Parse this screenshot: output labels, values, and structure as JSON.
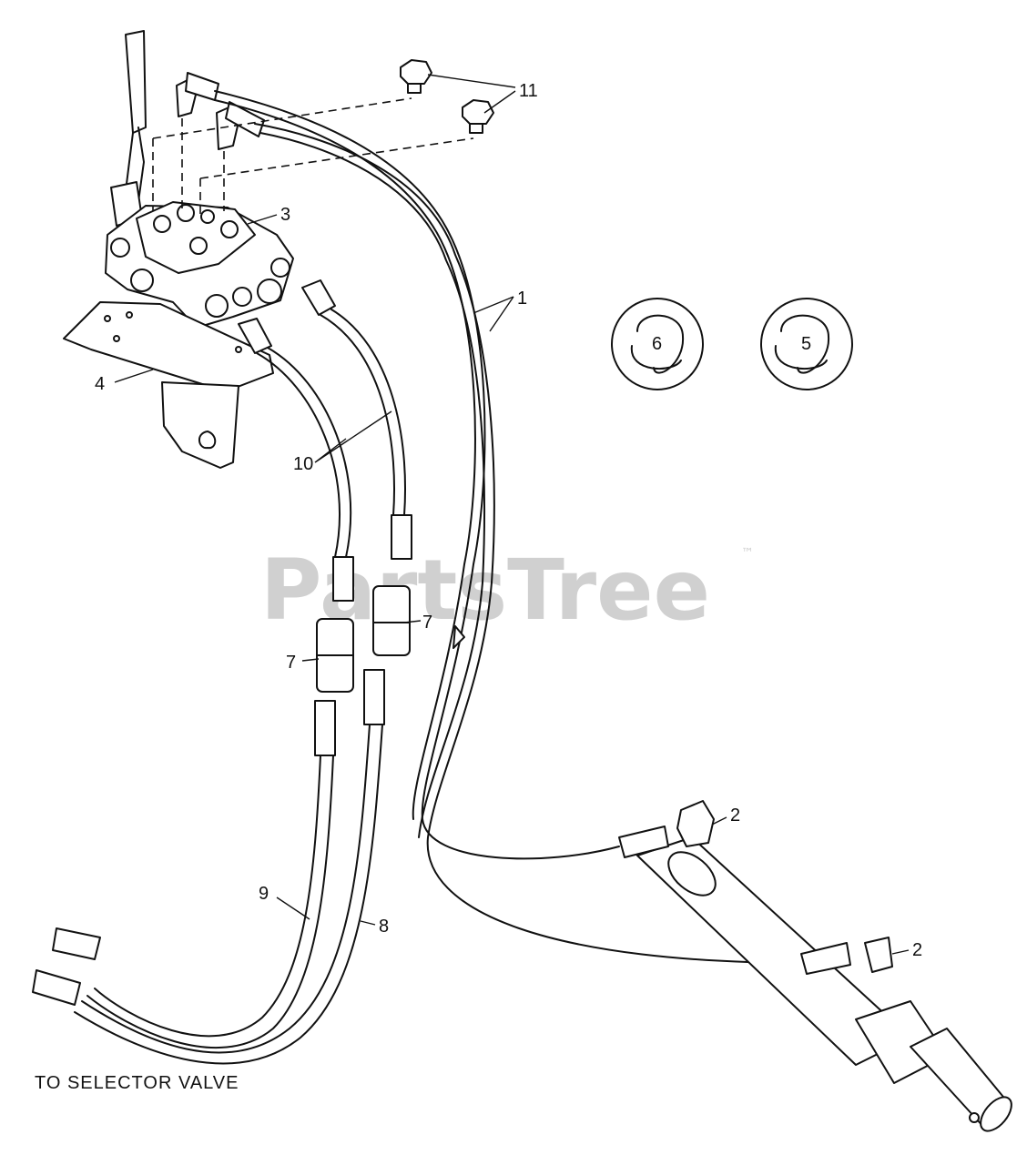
{
  "watermark": {
    "text": "PartsTree",
    "trademark": "™"
  },
  "caption": "TO SELECTOR VALVE",
  "callouts": {
    "hoses_1": "1",
    "elbow_2a": "2",
    "elbow_2b": "2",
    "valve_3": "3",
    "bracket_4": "4",
    "tie_5": "5",
    "tie_6": "6",
    "coupler_7a": "7",
    "coupler_7b": "7",
    "hose_8": "8",
    "hose_9": "9",
    "hoses_10": "10",
    "plugs_11": "11"
  }
}
